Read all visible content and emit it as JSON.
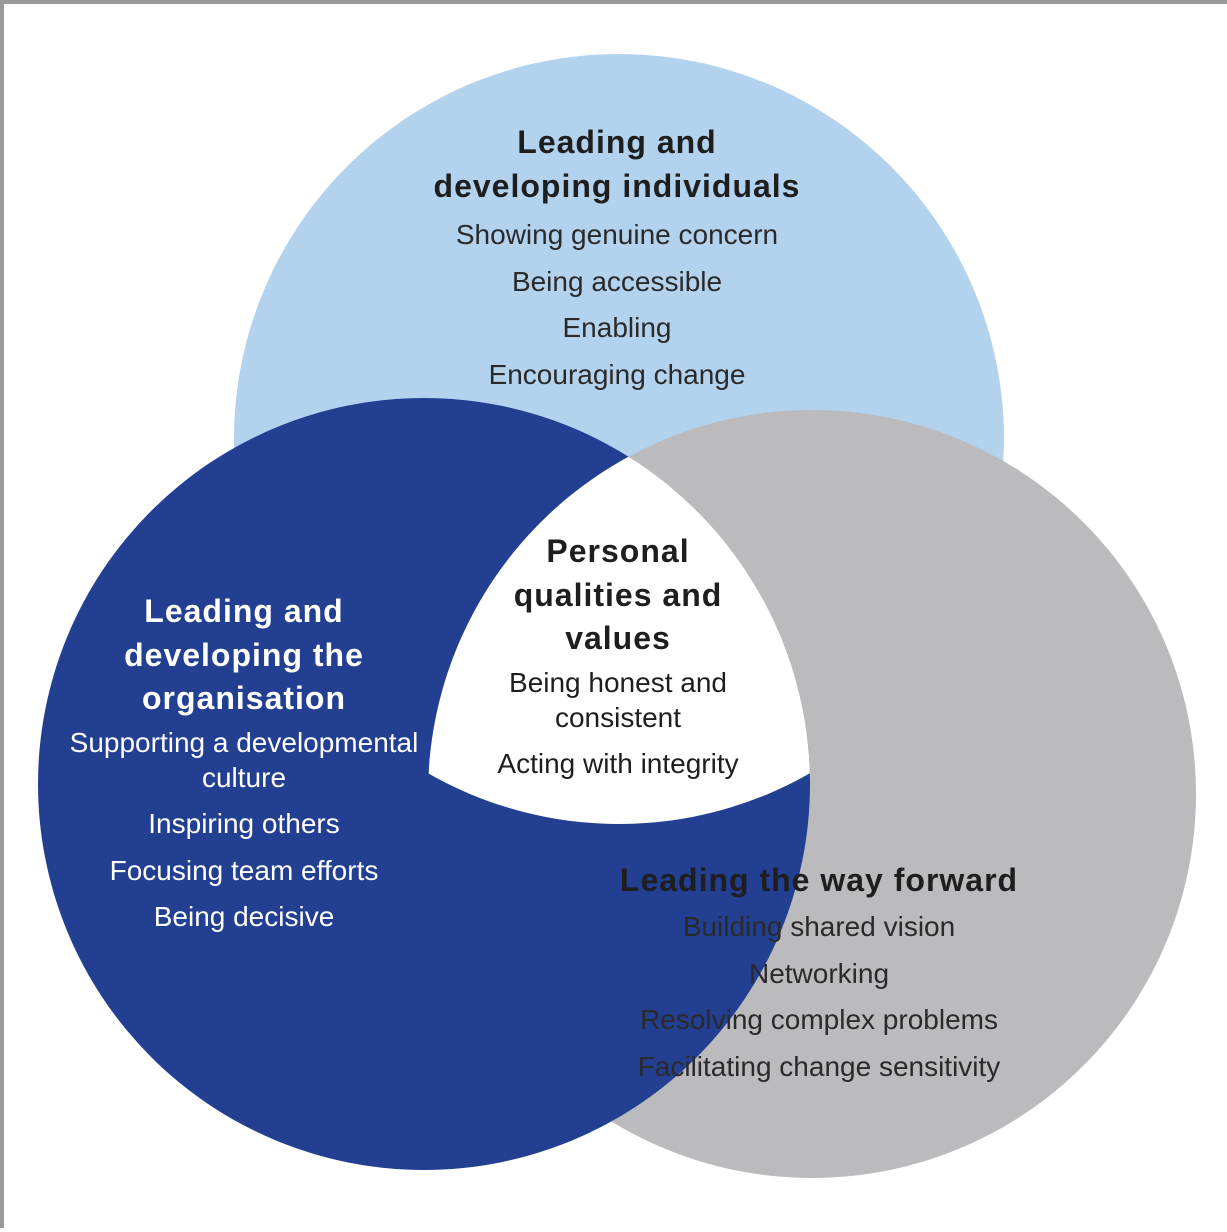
{
  "colors": {
    "individuals_circle": "#b3d2ee",
    "organisation_circle": "#223f91",
    "forward_circle": "#bbbbbd",
    "center_region": "#ffffff",
    "frame_border": "#9a9a9a"
  },
  "circles": {
    "individuals": {
      "title_line1": "Leading and",
      "title_line2": "developing individuals",
      "items": [
        "Showing genuine concern",
        "Being accessible",
        "Enabling",
        "Encouraging change"
      ]
    },
    "organisation": {
      "title_line1": "Leading and",
      "title_line2": "developing the",
      "title_line3": "organisation",
      "items": [
        "Supporting a developmental culture",
        "Inspiring others",
        "Focusing team efforts",
        "Being decisive"
      ]
    },
    "forward": {
      "title": "Leading the way forward",
      "items": [
        "Building shared vision",
        "Networking",
        "Resolving complex problems",
        "Facilitating change sensitivity"
      ]
    },
    "center": {
      "title_line1": "Personal",
      "title_line2": "qualities and",
      "title_line3": "values",
      "items": [
        "Being honest and consistent",
        "Acting with integrity"
      ]
    }
  }
}
